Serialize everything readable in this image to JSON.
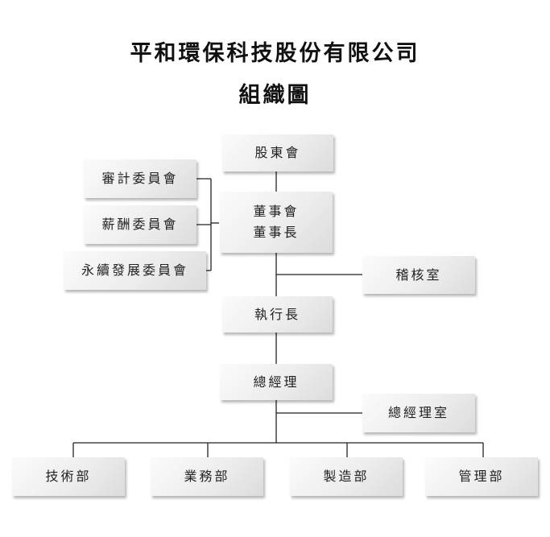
{
  "header": {
    "company": "平和環保科技股份有限公司",
    "chart_title": "組織圖"
  },
  "nodes": {
    "shareholders": "股東會",
    "board_line1": "董事會",
    "board_line2": "董事長",
    "audit_committee": "審計委員會",
    "remuneration_committee": "薪酬委員會",
    "sustainability_committee": "永續發展委員會",
    "internal_audit": "稽核室",
    "ceo": "執行長",
    "general_manager": "總經理",
    "gm_office": "總經理室",
    "tech_dept": "技術部",
    "business_dept": "業務部",
    "manufacturing_dept": "製造部",
    "management_dept": "管理部"
  }
}
